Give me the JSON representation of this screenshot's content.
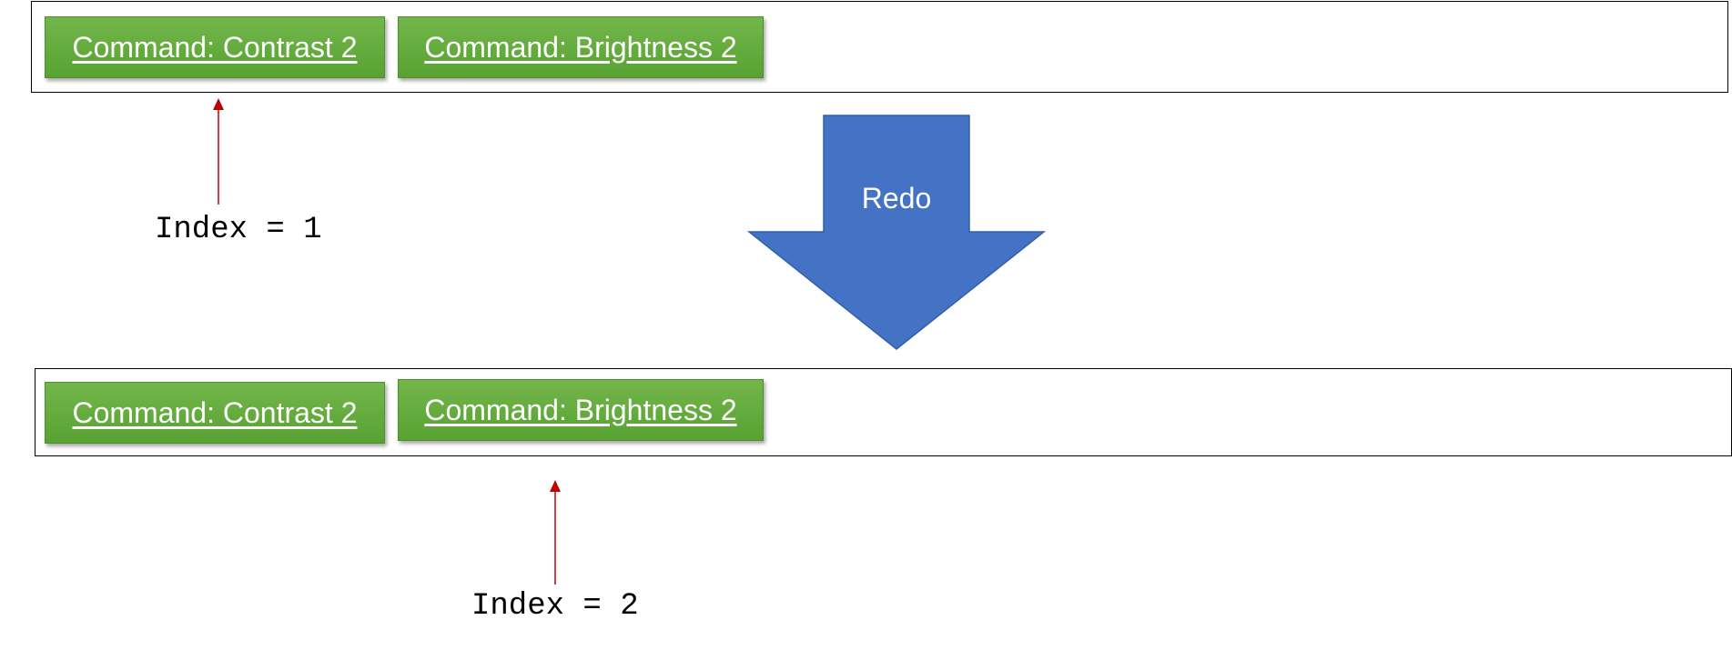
{
  "before": {
    "commands": [
      {
        "label": "Command: Contrast 2"
      },
      {
        "label": "Command: Brightness 2"
      }
    ],
    "index_label": "Index = 1"
  },
  "redo": {
    "label": "Redo"
  },
  "after": {
    "commands": [
      {
        "label": "Command: Contrast 2"
      },
      {
        "label": "Command: Brightness 2"
      }
    ],
    "index_label": "Index = 2"
  },
  "colors": {
    "command_fill": "#5fa83a",
    "redo_arrow": "#4472c4",
    "pointer_arrow": "#c00000"
  }
}
